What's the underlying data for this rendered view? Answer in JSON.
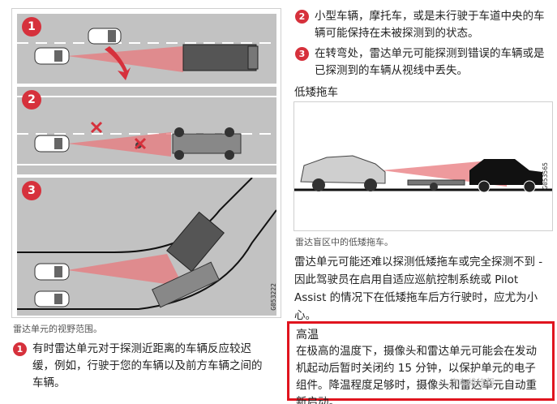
{
  "figure1": {
    "panels": [
      "1",
      "2",
      "3"
    ],
    "code": "G053222",
    "caption": "雷达单元的视野范围。"
  },
  "items": [
    {
      "num": "1",
      "text": "有时雷达单元对于探测近距离的车辆反应较迟缓，例如，行驶于您的车辆以及前方车辆之间的车辆。"
    },
    {
      "num": "2",
      "text": "小型车辆，摩托车，或是未行驶于车道中央的车辆可能保持在未被探测到的状态。"
    },
    {
      "num": "3",
      "text": "在转弯处，雷达单元可能探测到错误的车辆或是已探测到的车辆从视线中丢失。"
    }
  ],
  "subheading": "低矮拖车",
  "figure2": {
    "code": "G053565",
    "caption": "雷达盲区中的低矮拖车。"
  },
  "paragraph": "雷达单元可能还难以探测低矮拖车或完全探测不到 - 因此驾驶员在启用自适应巡航控制系统或 Pilot Assist 的情况下在低矮拖车后方行驶时，应尤为小心。",
  "warning": {
    "title": "高温",
    "text": "在极高的温度下，摄像头和雷达单元可能会在发动机起动后暂时关闭约 15 分钟，以保护单元的电子组件。降温程度足够时，摄像头和雷达单元自动重新启动。"
  },
  "watermark": "汽车维修帮",
  "colors": {
    "accent": "#d6313c",
    "warning_border": "#e0141e",
    "radar": "#e8787c",
    "road": "#c2c2c2"
  }
}
